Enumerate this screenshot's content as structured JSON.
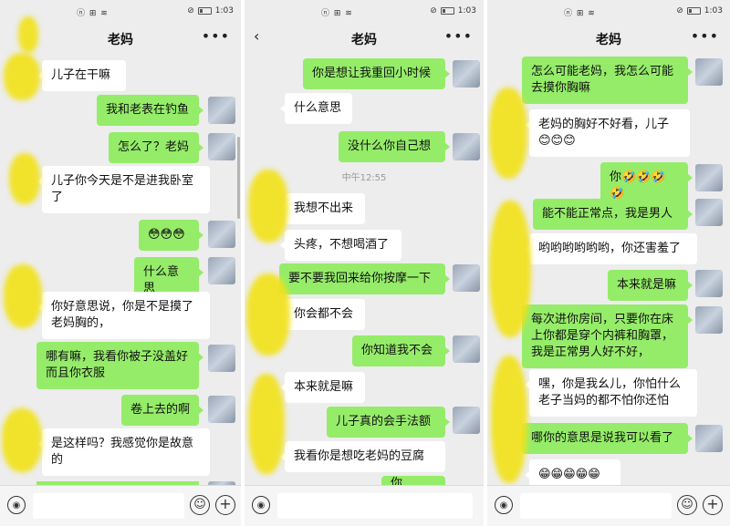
{
  "status": {
    "left": "ⓝ ⊞ ≋",
    "right_icons": "⊘",
    "time": "1:03"
  },
  "icons": {
    "more": "more-dots-icon",
    "back": "back-chevron-icon",
    "voice": "voice-icon",
    "emoji": "emoji-icon",
    "plus": "plus-icon"
  },
  "colors": {
    "outgoing": "#95ec69",
    "incoming": "#ffffff",
    "background": "#ededed"
  },
  "panels": [
    {
      "title": "老妈",
      "messages": [
        {
          "dir": "in",
          "text": "儿子在干嘛"
        },
        {
          "dir": "out",
          "text": "我和老表在钓鱼"
        },
        {
          "dir": "out",
          "text": "怎么了？老妈"
        },
        {
          "dir": "in",
          "text": "儿子你今天是不是进我卧室了"
        },
        {
          "dir": "out",
          "text": "😳😳😳"
        },
        {
          "dir": "out",
          "text": "什么意思"
        },
        {
          "dir": "in",
          "text": "你好意思说，你是不是摸了老妈胸的，"
        },
        {
          "dir": "out",
          "text": "哪有嘛，我看你被子没盖好而且你衣服"
        },
        {
          "dir": "out",
          "text": "卷上去的啊"
        },
        {
          "dir": "in",
          "text": "是这样吗？我感觉你是故意的"
        }
      ]
    },
    {
      "title": "老妈",
      "timestamp": "中午12:55",
      "messages": [
        {
          "dir": "out",
          "text": "你是想让我重回小时候"
        },
        {
          "dir": "in",
          "text": "什么意思"
        },
        {
          "dir": "out",
          "text": "没什么你自己想"
        },
        {
          "dir": "in",
          "text": "我想不出来"
        },
        {
          "dir": "in",
          "text": "头疼，不想喝酒了"
        },
        {
          "dir": "out",
          "text": "要不要我回来给你按摩一下"
        },
        {
          "dir": "in",
          "text": "你会都不会"
        },
        {
          "dir": "out",
          "text": "你知道我不会"
        },
        {
          "dir": "in",
          "text": "本来就是嘛"
        },
        {
          "dir": "out",
          "text": "儿子真的会手法额"
        },
        {
          "dir": "in",
          "text": "我看你是想吃老妈的豆腐"
        },
        {
          "dir": "out",
          "text": "你"
        }
      ]
    },
    {
      "title": "老妈",
      "messages": [
        {
          "dir": "out",
          "text": "怎么可能老妈，我怎么可能去摸你胸嘛"
        },
        {
          "dir": "in",
          "text": "老妈的胸好不好看，儿子😊😊😊"
        },
        {
          "dir": "out",
          "text": "你🤣🤣🤣🤣"
        },
        {
          "dir": "out",
          "text": "能不能正常点，我是男人"
        },
        {
          "dir": "in",
          "text": "哟哟哟哟哟哟，你还害羞了"
        },
        {
          "dir": "out",
          "text": "本来就是嘛"
        },
        {
          "dir": "out",
          "text": "每次进你房间，只要你在床上你都是穿个内裤和胸罩，我是正常男人好不好，"
        },
        {
          "dir": "in",
          "text": "嘿，你是我幺儿，你怕什么老子当妈的都不怕你还怕"
        },
        {
          "dir": "out",
          "text": "哪你的意思是说我可以看了"
        },
        {
          "dir": "in",
          "text": "😁😁😁😁😁"
        }
      ]
    }
  ]
}
